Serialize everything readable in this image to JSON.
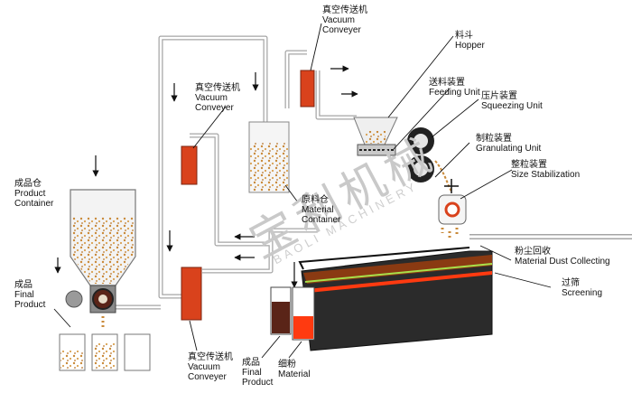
{
  "watermark": {
    "cn": "宝利机械",
    "en": "BAOLI MACHINERY"
  },
  "labels": {
    "vacuum_conveyer_top": {
      "cn": "真空传送机",
      "en1": "Vacuum",
      "en2": "Conveyer"
    },
    "hopper": {
      "cn": "料斗",
      "en": "Hopper"
    },
    "feeding_unit": {
      "cn": "送料装置",
      "en": "Feeding Unit"
    },
    "squeezing_unit": {
      "cn": "压片装置",
      "en": "Squeezing Unit"
    },
    "granulating_unit": {
      "cn": "制粒装置",
      "en": "Granulating Unit"
    },
    "size_stabilization": {
      "cn": "整粒装置",
      "en": "Size Stabilization"
    },
    "vacuum_conveyer_mid": {
      "cn": "真空传送机",
      "en1": "Vacuum",
      "en2": "Conveyer"
    },
    "material_container": {
      "cn": "原料仓",
      "en1": "Material",
      "en2": "Container"
    },
    "product_container": {
      "cn": "成品仓",
      "en1": "Product",
      "en2": "Container"
    },
    "final_product_left": {
      "cn": "成品",
      "en1": "Final",
      "en2": "Product"
    },
    "material_dust": {
      "cn": "粉尘回收",
      "en": "Material Dust Collecting"
    },
    "screening": {
      "cn": "过筛",
      "en": "Screening"
    },
    "vacuum_conveyer_bottom": {
      "cn": "真空传送机",
      "en1": "Vacuum",
      "en2": "Conveyer"
    },
    "final_product_bottom": {
      "cn": "成品",
      "en1": "Final",
      "en2": "Product"
    },
    "fine_material": {
      "cn": "细粉",
      "en": "Material"
    }
  },
  "colors": {
    "conveyer": "#d9421c",
    "pipe": "#9a9a9a",
    "granule": "#c98a3a",
    "machine": "#222222",
    "red": "#ff3a10"
  }
}
